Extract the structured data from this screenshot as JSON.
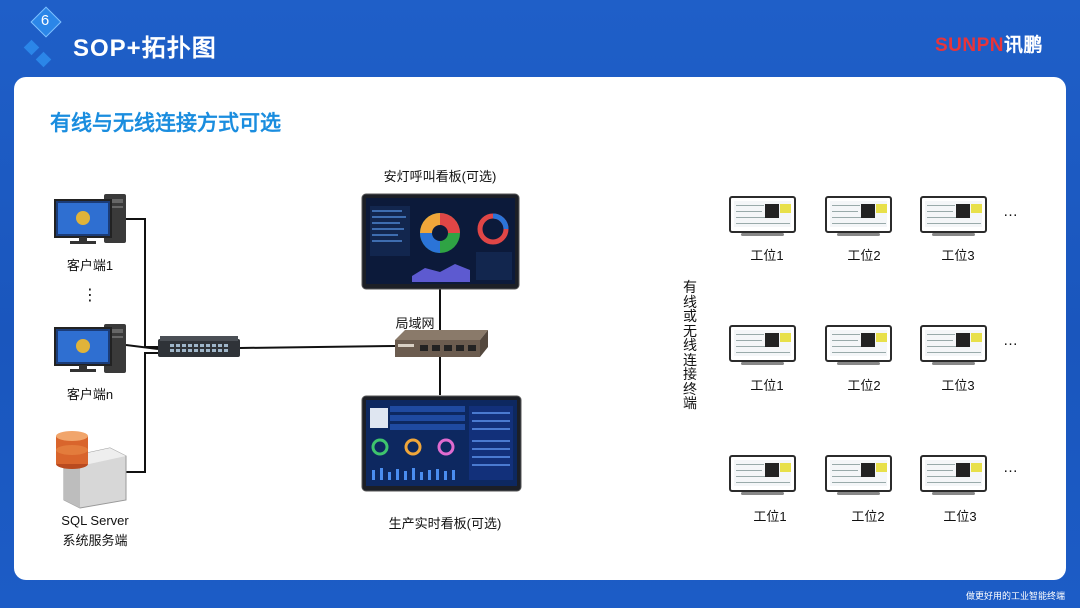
{
  "header": {
    "badge_number": "6",
    "title": "SOP+拓扑图",
    "logo_latin": "SUNPN",
    "logo_cn": "讯鹏"
  },
  "subtitle": "有线与无线连接方式可选",
  "nodes": {
    "client1": "客户端1",
    "ellipsis": "⋮",
    "clientn": "客户端n",
    "server_line1": "SQL  Server",
    "server_line2": "系统服务端",
    "andon_board": "安灯呼叫看板(可选)",
    "lan": "局域网",
    "production_board": "生产实时看板(可选)",
    "terminal_label": "有线或无线连接终端"
  },
  "stations": {
    "rows": [
      [
        "工位1",
        "工位2",
        "工位3"
      ],
      [
        "工位1",
        "工位2",
        "工位3"
      ],
      [
        "工位1",
        "工位2",
        "工位3"
      ]
    ],
    "more": "…"
  },
  "colors": {
    "accent": "#1a8ddf",
    "brand_red": "#e8343a",
    "background_blue": "#1f5fc8"
  },
  "footer": "做更好用的工业智能终端"
}
